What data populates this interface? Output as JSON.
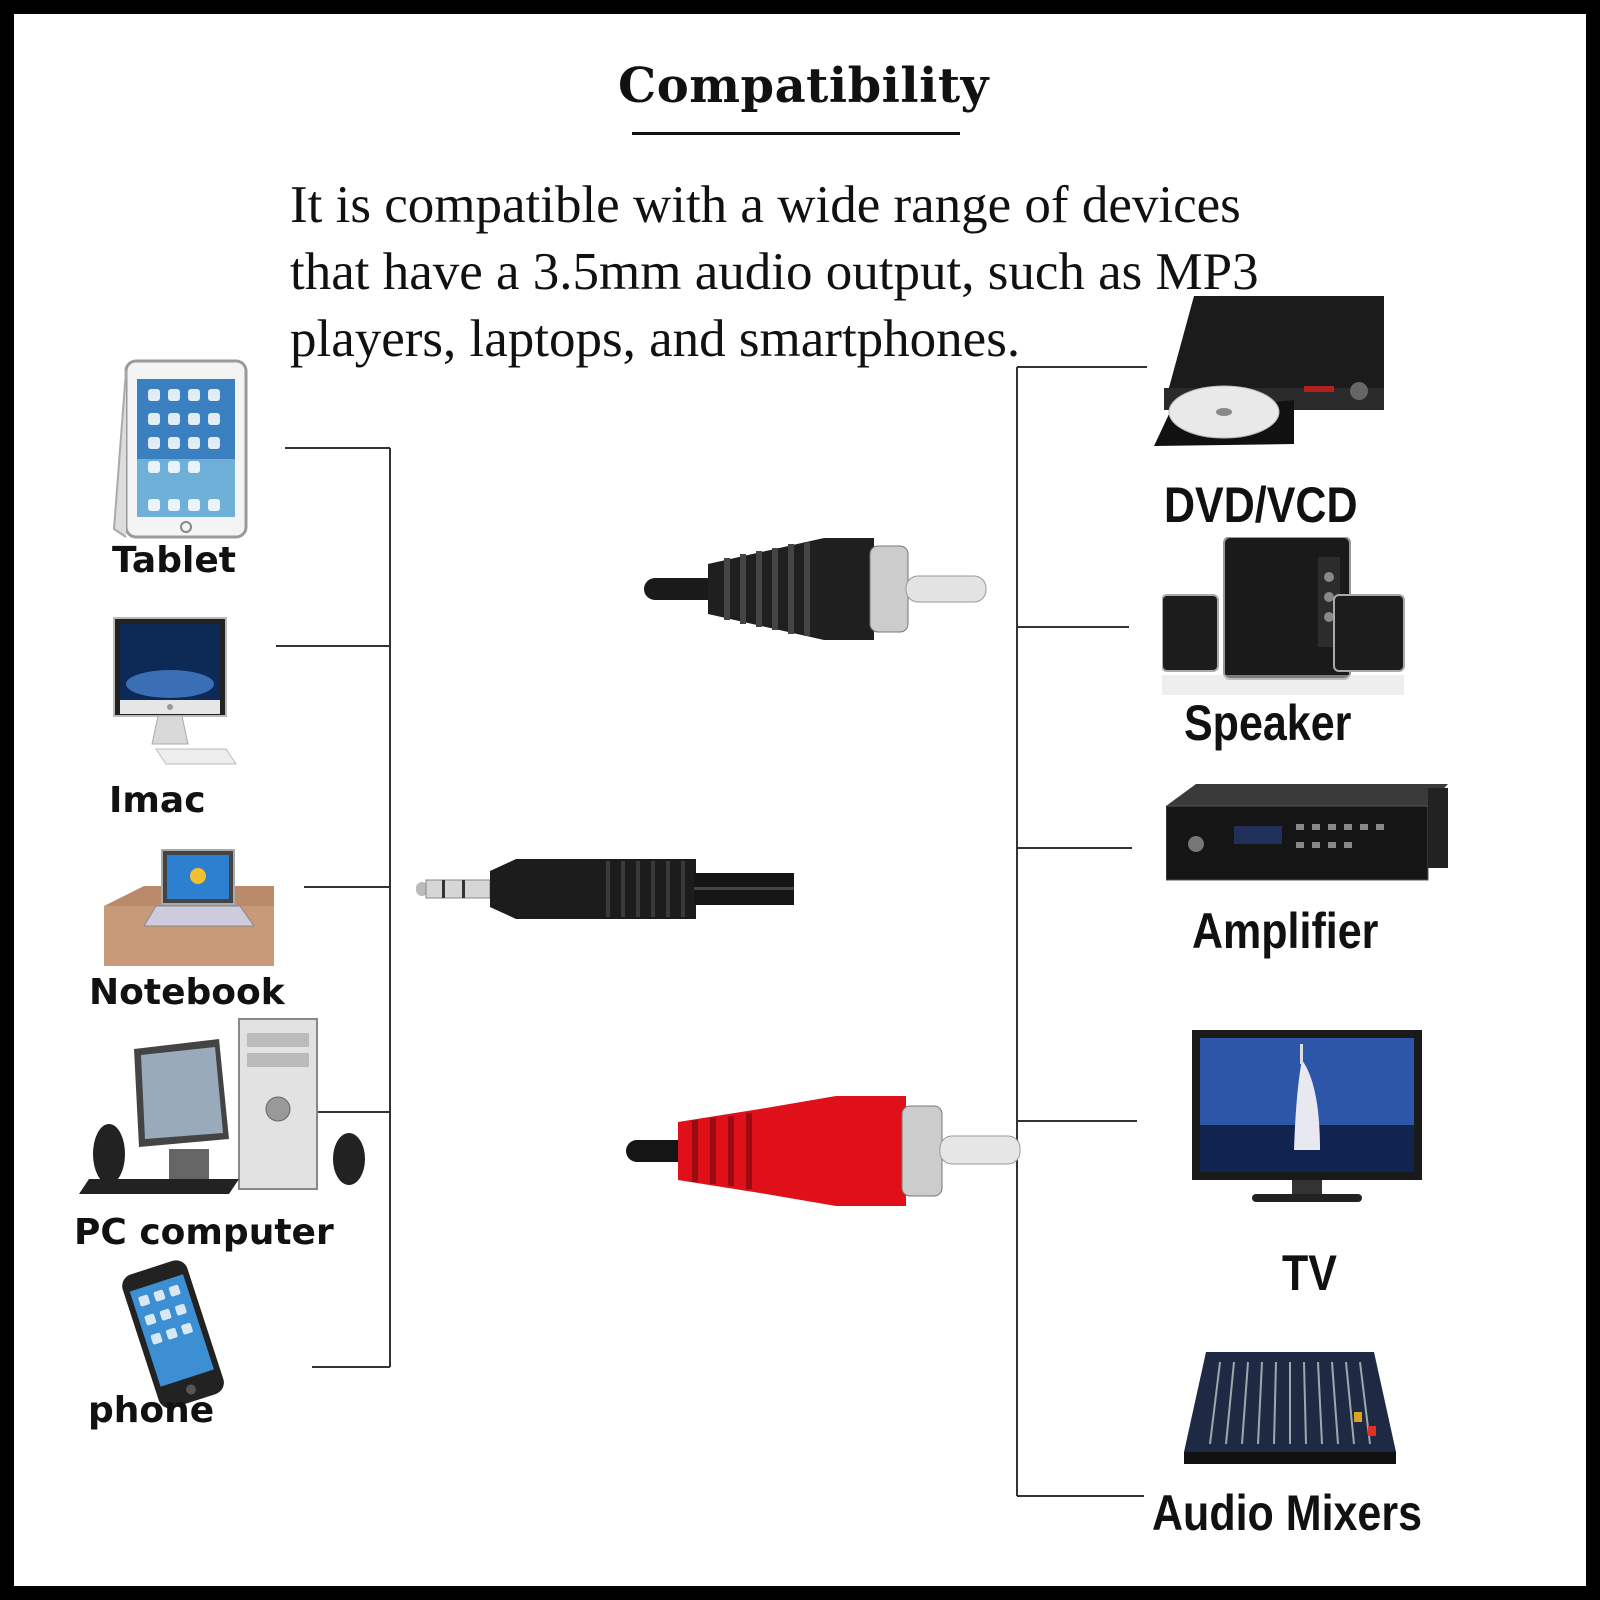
{
  "title": "Compatibility",
  "description": "It is compatible with a wide range of devices that have a 3.5mm audio output, such as MP3 players, laptops, and smartphones.",
  "left_devices": [
    {
      "label": "Tablet",
      "icon": "tablet-icon"
    },
    {
      "label": "Imac",
      "icon": "imac-icon"
    },
    {
      "label": "Notebook",
      "icon": "notebook-icon"
    },
    {
      "label": "PC computer",
      "icon": "pc-computer-icon"
    },
    {
      "label": "phone",
      "icon": "phone-icon"
    }
  ],
  "right_devices": [
    {
      "label": "DVD/VCD",
      "icon": "dvd-player-icon"
    },
    {
      "label": "Speaker",
      "icon": "speaker-icon"
    },
    {
      "label": "Amplifier",
      "icon": "amplifier-icon"
    },
    {
      "label": "TV",
      "icon": "tv-icon"
    },
    {
      "label": "Audio  Mixers",
      "icon": "audio-mixer-icon"
    }
  ],
  "connectors": [
    {
      "name": "rca-plug-black",
      "icon": "rca-plug-icon",
      "color": "#1a1a1a"
    },
    {
      "name": "aux-3.5mm-plug",
      "icon": "aux-jack-icon",
      "color": "#1a1a1a"
    },
    {
      "name": "rca-plug-red",
      "icon": "rca-plug-icon",
      "color": "#e0101a"
    }
  ],
  "colors": {
    "line": "#333333",
    "frame": "#000000",
    "red_plug": "#e0101a"
  }
}
